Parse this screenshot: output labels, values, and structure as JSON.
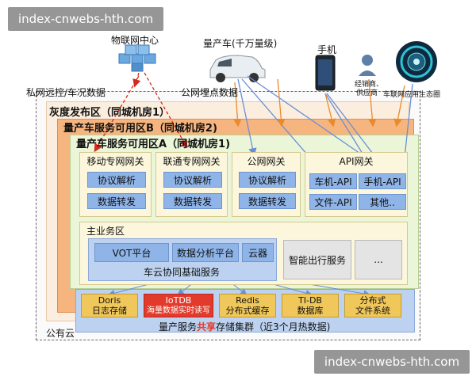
{
  "watermark_text": "index-cnwebs-hth.com",
  "top": {
    "iot_center": "物联网中心",
    "private_remote": "私网远控/车况数据",
    "mass_vehicles": "量产车(千万量级)",
    "public_tracking": "公网埋点数据",
    "phone": "手机",
    "dealer": "经销商、",
    "supplier": "供应商",
    "ecosystem": "车联网应用生态圈"
  },
  "zones": {
    "gray_release": "灰度发布区（同城机房1）",
    "zone_b": "量产车服务可用区B（同城机房2)",
    "zone_a": "量产车服务可用区A（同城机房1)"
  },
  "gateways": [
    {
      "title": "移动专网网关",
      "items": [
        "协议解析",
        "数据转发"
      ]
    },
    {
      "title": "联通专网网关",
      "items": [
        "协议解析",
        "数据转发"
      ]
    },
    {
      "title": "公网网关",
      "items": [
        "协议解析",
        "数据转发"
      ]
    }
  ],
  "api_gateway": {
    "title": "API网关",
    "items": [
      "车机-API",
      "手机-API",
      "文件-API",
      "其他.."
    ]
  },
  "main_service": {
    "title": "主业务区",
    "vot": "VOT平台",
    "data_analysis": "数据分析平台",
    "cloud_map": "云器",
    "collab": "车云协同基础服务",
    "smart_travel": "智能出行服务",
    "more": "..."
  },
  "storage": [
    {
      "line1": "Doris",
      "line2": "日志存储"
    },
    {
      "line1": "IoTDB",
      "line2": "海量数据实时读写"
    },
    {
      "line1": "Redis",
      "line2": "分布式缓存"
    },
    {
      "line1": "TI-DB",
      "line2": "数据库"
    },
    {
      "line1": "分布式",
      "line2": "文件系统"
    }
  ],
  "cluster_pre": "量产服务",
  "cluster_shared": "共享",
  "cluster_post": "存储集群（近3个月热数据)",
  "public_cloud": "公有云",
  "colors": {
    "chip_blue": "#8fb4e8",
    "gateway_fill": "#fbf6dc",
    "zone_a_fill": "#ebf5d8",
    "zone_b_fill": "#f6b57f",
    "storage_yellow": "#f0c75a",
    "storage_red": "#e23b2c",
    "shared_red": "#e23b2c",
    "arrow_blue": "#6b8fd6",
    "arrow_orange": "#e98a2c",
    "arrow_red": "#d62a1c"
  }
}
